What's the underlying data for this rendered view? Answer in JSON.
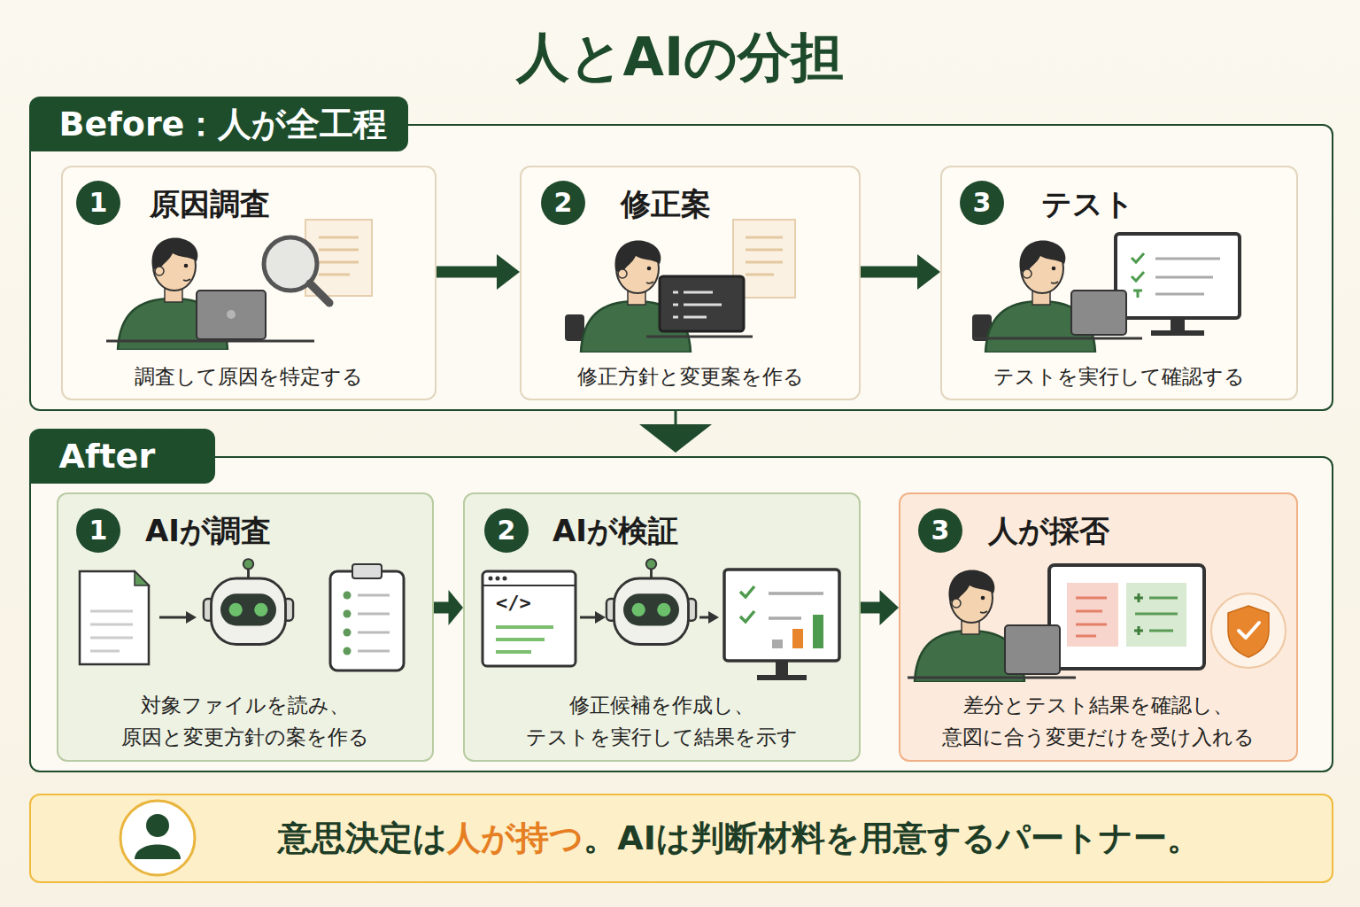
{
  "diagram": {
    "title": "人とAIの分担",
    "nodes": [
      {
        "text": [
          "Before：人が全工程"
        ]
      },
      {
        "text": [
          "原因調査",
          "調査して原因を特定する"
        ],
        "in": 0
      },
      {
        "text": [
          "1"
        ],
        "in": 1
      },
      {
        "text": [
          "修正案",
          "修正方針と変更案を作る"
        ],
        "in": 0
      },
      {
        "text": [
          "2"
        ],
        "in": 3
      },
      {
        "text": [
          "テスト",
          "テストを実行して確認する"
        ],
        "in": 0
      },
      {
        "text": [
          "3"
        ],
        "in": 5
      },
      {
        "text": [
          "After"
        ]
      },
      {
        "text": [
          "AIが調査",
          "対象ファイルを読み、 原因と変更方針の案を作る"
        ],
        "in": 7
      },
      {
        "text": [
          "1"
        ],
        "in": 8
      },
      {
        "text": [
          "AIが検証",
          "修正候補を作成し、 テストを実行して結果を示す"
        ],
        "in": 7
      },
      {
        "text": [
          "2"
        ],
        "in": 10
      },
      {
        "text": [
          "人が採否",
          "差分とテスト結果を確認し、 意図に合う変更だけを受け入れる"
        ],
        "in": 7
      },
      {
        "text": [
          "3"
        ],
        "in": 12
      },
      {
        "text": [
          "意思決定は",
          "人が持つ",
          "。AIは判断材料を用意するパートナー。"
        ]
      }
    ],
    "edges": [
      {
        "from": 1,
        "to": 3,
        "arrow": "to"
      },
      {
        "from": 3,
        "to": 5,
        "arrow": "to"
      },
      {
        "from": 0,
        "to": 7,
        "arrow": "to"
      },
      {
        "from": 8,
        "to": 10,
        "arrow": "to"
      },
      {
        "from": 10,
        "to": 12,
        "arrow": "to"
      }
    ],
    "labels": [
      "</>"
    ]
  }
}
